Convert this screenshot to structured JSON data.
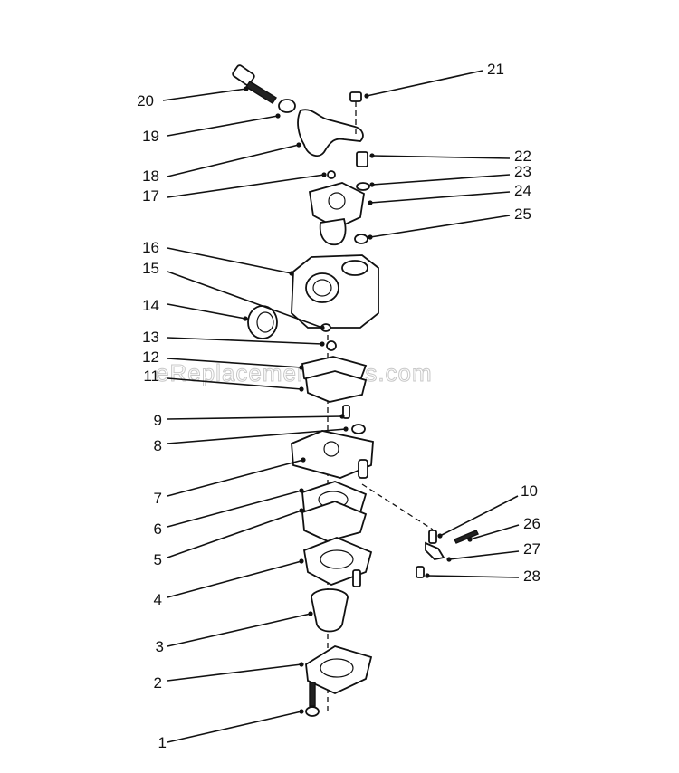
{
  "watermark": "eReplacementParts.com",
  "callouts": [
    {
      "num": "1"
    },
    {
      "num": "2"
    },
    {
      "num": "3"
    },
    {
      "num": "4"
    },
    {
      "num": "5"
    },
    {
      "num": "6"
    },
    {
      "num": "7"
    },
    {
      "num": "8"
    },
    {
      "num": "9"
    },
    {
      "num": "10"
    },
    {
      "num": "11"
    },
    {
      "num": "12"
    },
    {
      "num": "13"
    },
    {
      "num": "14"
    },
    {
      "num": "15"
    },
    {
      "num": "16"
    },
    {
      "num": "17"
    },
    {
      "num": "18"
    },
    {
      "num": "19"
    },
    {
      "num": "20"
    },
    {
      "num": "21"
    },
    {
      "num": "22"
    },
    {
      "num": "23"
    },
    {
      "num": "24"
    },
    {
      "num": "25"
    },
    {
      "num": "26"
    },
    {
      "num": "27"
    },
    {
      "num": "28"
    }
  ]
}
